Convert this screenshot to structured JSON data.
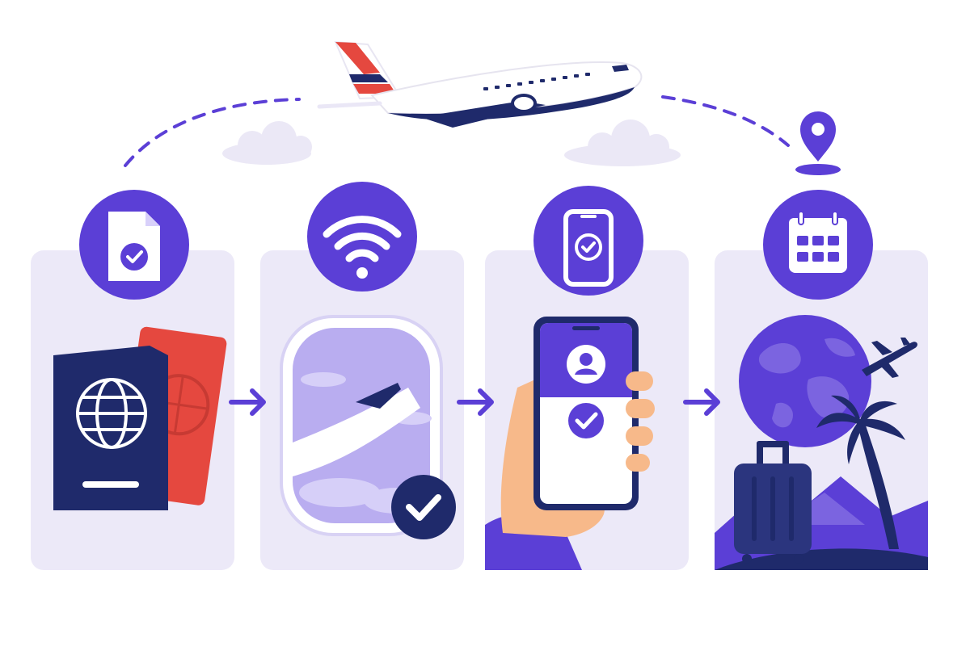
{
  "palette": {
    "primary": "#5b3fd6",
    "navy": "#1f2a6b",
    "card": "#ece9f8",
    "window_sky": "#b9adf0",
    "red": "#e5483f",
    "skin": "#f7b98a",
    "cloud": "#ebe8f6",
    "white": "#ffffff"
  },
  "steps": [
    {
      "id": "documents",
      "top_icon": "document-check-icon",
      "illustration": "passports-illustration"
    },
    {
      "id": "inflight-wifi",
      "top_icon": "wifi-icon",
      "illustration": "airplane-window-illustration"
    },
    {
      "id": "mobile-checkin",
      "top_icon": "phone-check-icon",
      "illustration": "hand-holding-phone-illustration"
    },
    {
      "id": "trip-planning",
      "top_icon": "calendar-icon",
      "illustration": "destination-illustration"
    }
  ],
  "connectors": [
    "arrow-right-icon",
    "arrow-right-icon",
    "arrow-right-icon"
  ],
  "header": {
    "airplane": "airplane-illustration",
    "flight_path": "dashed-flight-path",
    "destination_pin": "location-pin-icon"
  }
}
